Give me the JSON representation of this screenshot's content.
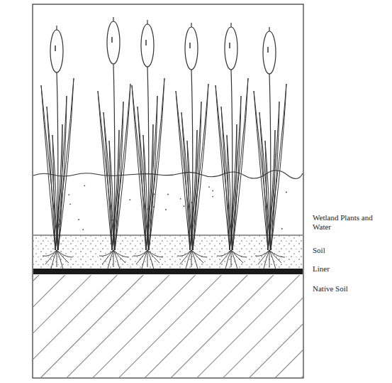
{
  "diagram": {
    "labels": [
      "Wetland Plants and Water",
      "Soil",
      "Liner",
      "Native Soil"
    ]
  }
}
